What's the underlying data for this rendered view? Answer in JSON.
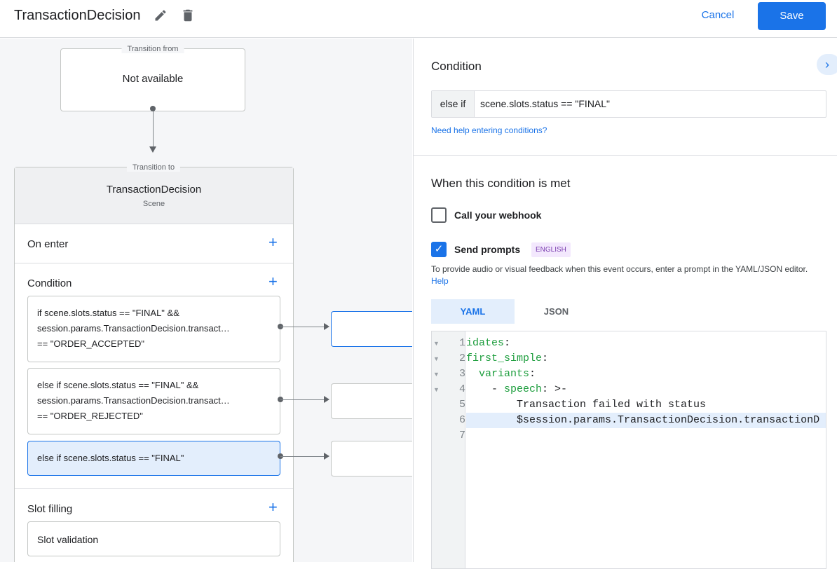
{
  "header": {
    "title": "TransactionDecision",
    "cancel_label": "Cancel",
    "save_label": "Save",
    "icons": [
      "edit-icon",
      "delete-icon"
    ]
  },
  "canvas": {
    "transition_from": {
      "legend": "Transition from",
      "value": "Not available"
    },
    "transition_to": {
      "legend": "Transition to",
      "scene_name": "TransactionDecision",
      "scene_type": "Scene"
    },
    "sections": {
      "on_enter": "On enter",
      "condition": "Condition",
      "slot_filling": "Slot filling"
    },
    "conditions": [
      {
        "lines": [
          "if scene.slots.status == \"FINAL\" &&",
          "session.params.TransactionDecision.transact…",
          "== \"ORDER_ACCEPTED\""
        ]
      },
      {
        "lines": [
          "else if scene.slots.status == \"FINAL\" &&",
          "session.params.TransactionDecision.transact…",
          "== \"ORDER_REJECTED\""
        ]
      },
      {
        "lines": [
          "else if scene.slots.status == \"FINAL\""
        ],
        "selected": true
      }
    ],
    "slot_validation": "Slot validation"
  },
  "panel": {
    "condition_title": "Condition",
    "condition_prefix": "else if",
    "condition_value": "scene.slots.status == \"FINAL\"",
    "help_link": "Need help entering conditions?",
    "when_title": "When this condition is met",
    "webhook_label": "Call your webhook",
    "webhook_checked": false,
    "prompts_label": "Send prompts",
    "prompts_checked": true,
    "language_badge": "ENGLISH",
    "description": "To provide audio or visual feedback when this event occurs, enter a prompt in the YAML/JSON editor.",
    "description_help": "Help",
    "tabs": [
      {
        "label": "YAML",
        "active": true
      },
      {
        "label": "JSON",
        "active": false
      }
    ],
    "editor": {
      "lines": [
        {
          "num": "1",
          "key": "idates",
          "rest": ":",
          "fold": true
        },
        {
          "num": "2",
          "key": "first_simple",
          "rest": ":",
          "fold": true
        },
        {
          "num": "3",
          "indent": "  ",
          "key": "variants",
          "rest": ":",
          "fold": true
        },
        {
          "num": "4",
          "indent": "    - ",
          "key": "speech",
          "rest": ": >-",
          "fold": true
        },
        {
          "num": "5",
          "indent": "        ",
          "text": "Transaction failed with status"
        },
        {
          "num": "6",
          "indent": "        ",
          "text": "$session.params.TransactionDecision.transactionD",
          "highlight": true
        },
        {
          "num": "7",
          "text": ""
        }
      ]
    }
  },
  "colors": {
    "accent": "#1a73e8",
    "selected_bg": "#e3eefc",
    "yaml_key": "#1e9e3e"
  }
}
